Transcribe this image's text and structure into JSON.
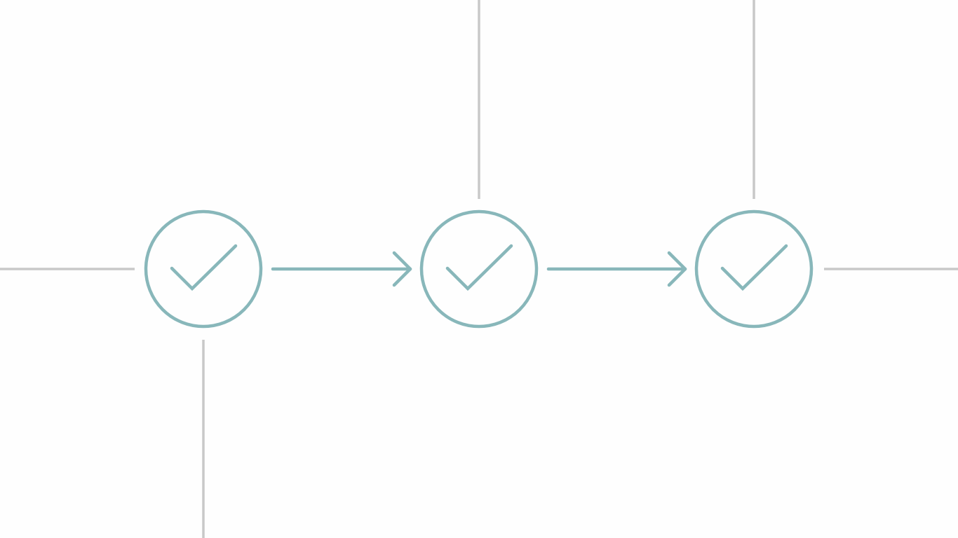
{
  "diagram": {
    "type": "process-flow",
    "accent_color": "#88b7ba",
    "connector_color": "#c8c8c8",
    "background_color": "#fefefe",
    "steps": [
      {
        "icon": "check-icon",
        "status": "complete"
      },
      {
        "icon": "check-icon",
        "status": "complete"
      },
      {
        "icon": "check-icon",
        "status": "complete"
      }
    ],
    "flow_arrows": [
      {
        "from": 0,
        "to": 1
      },
      {
        "from": 1,
        "to": 2
      }
    ]
  }
}
